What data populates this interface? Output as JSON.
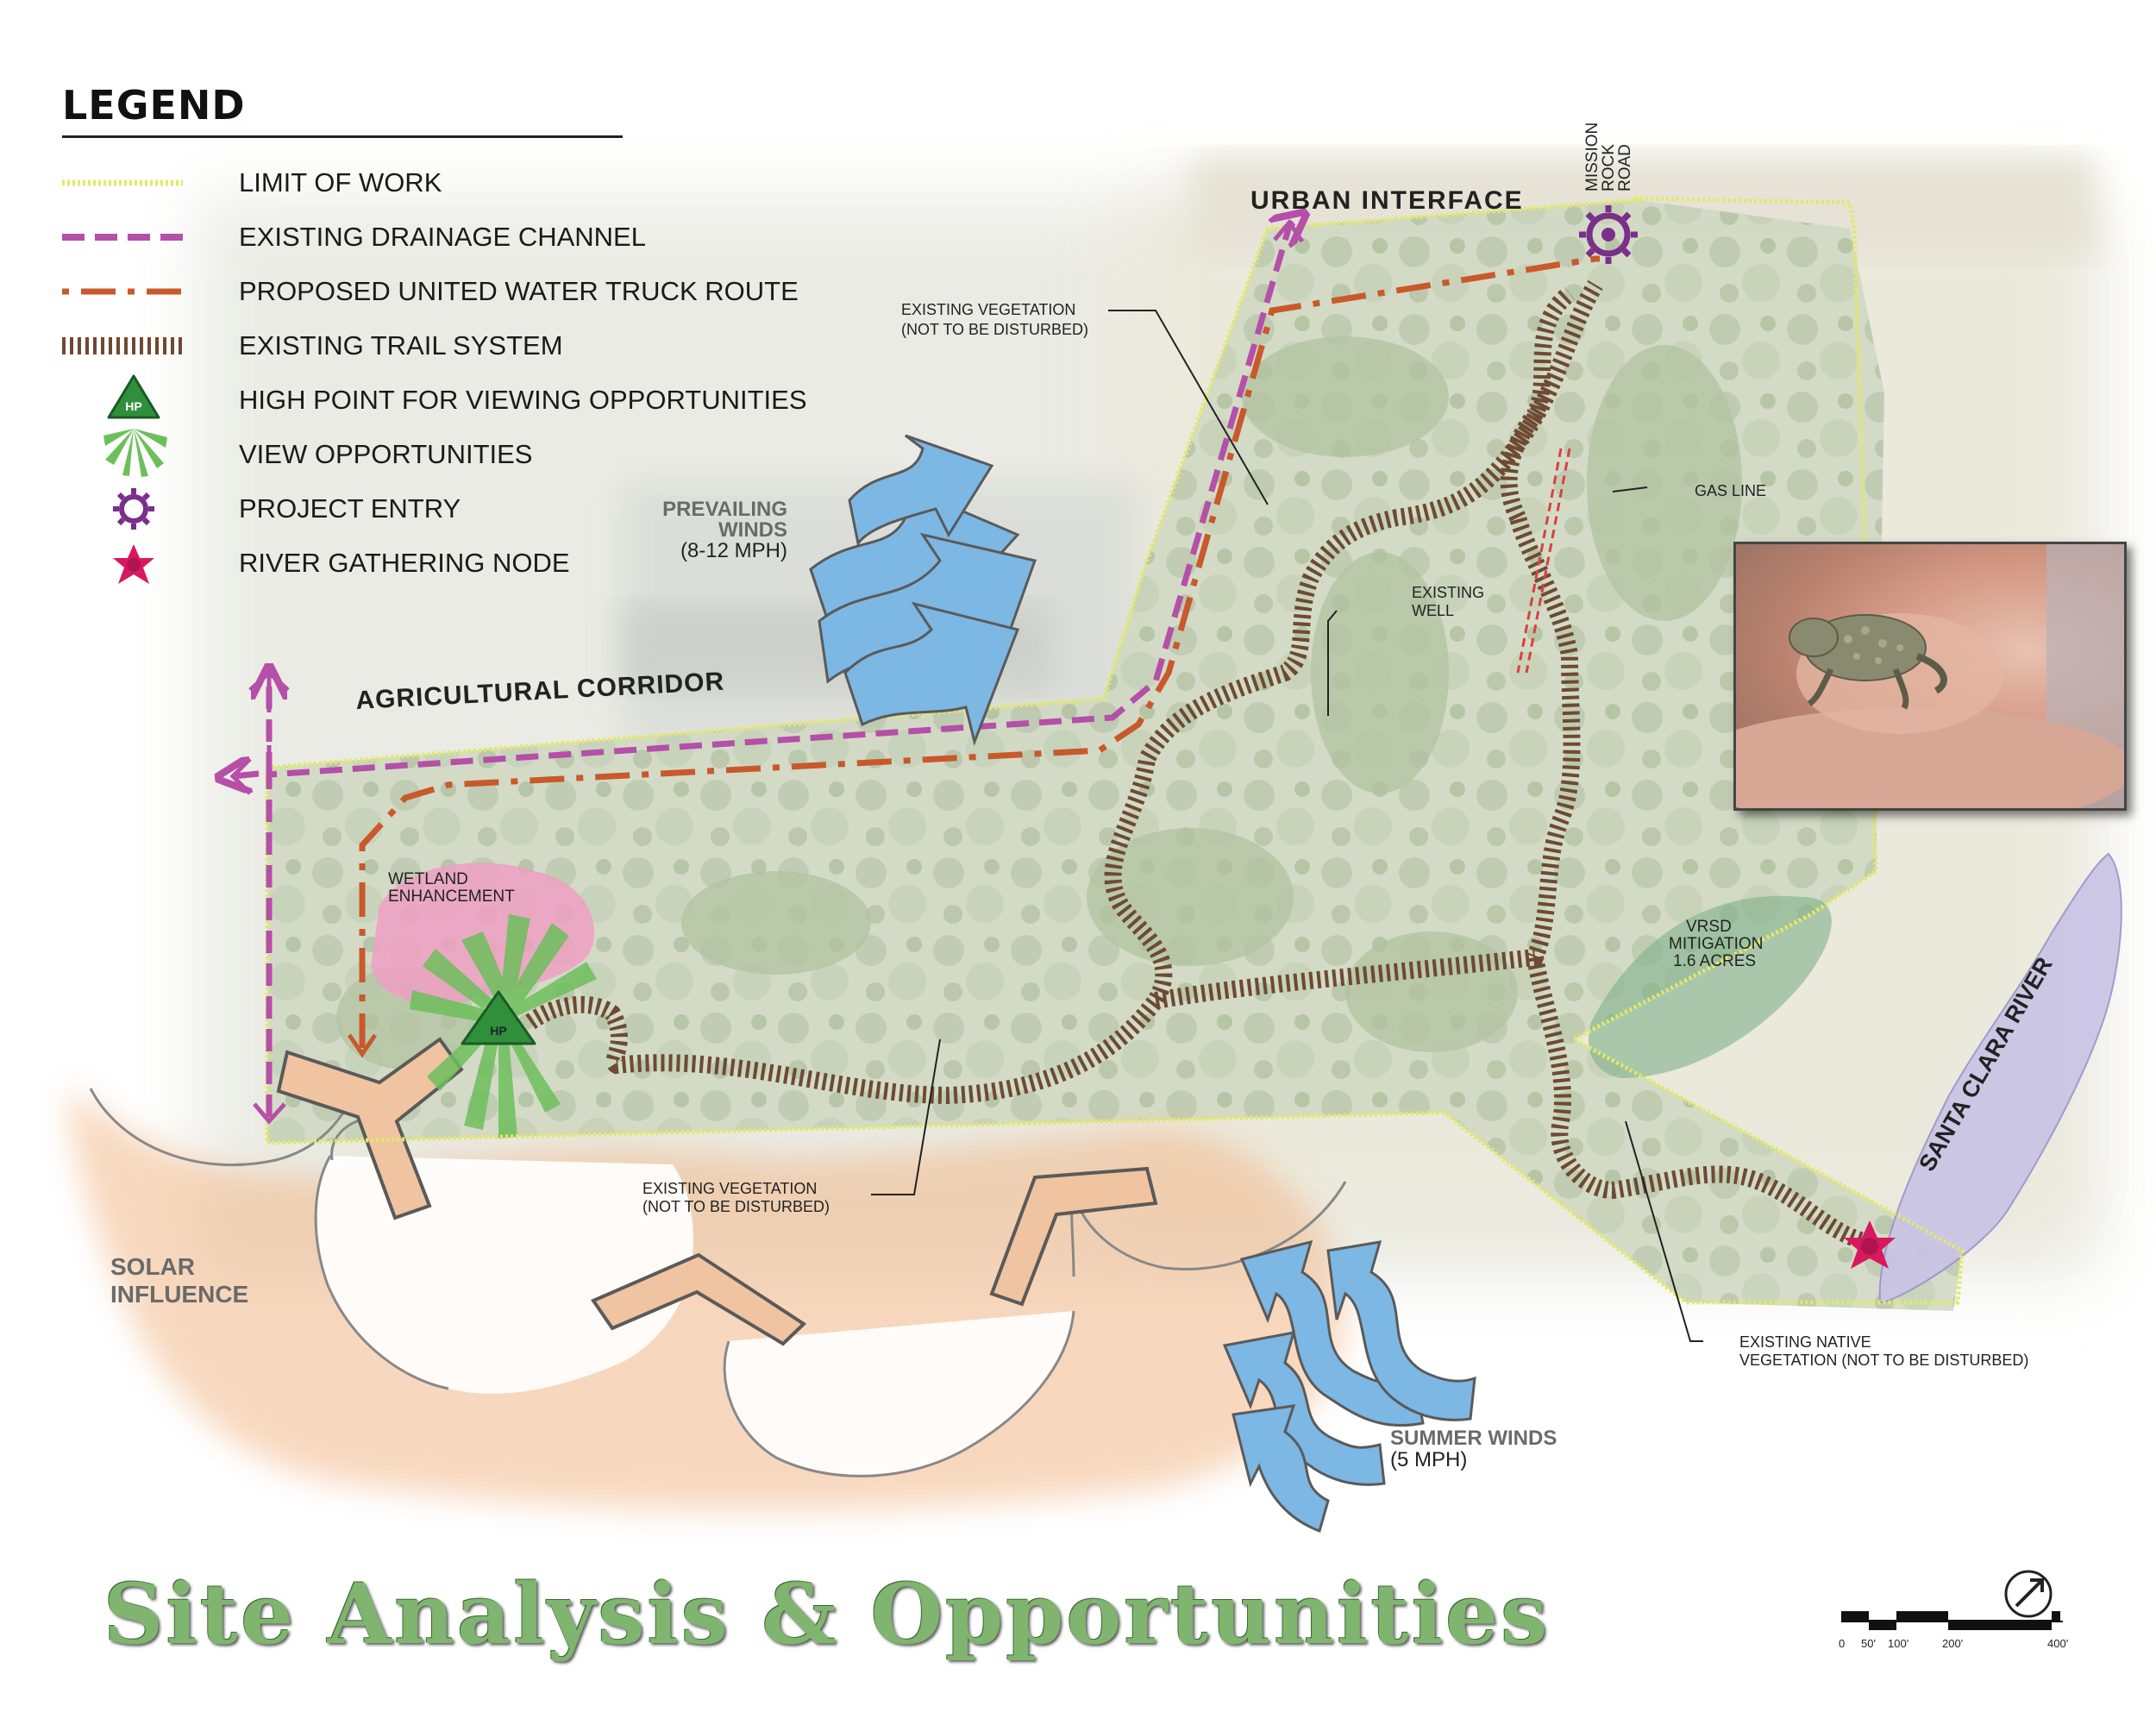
{
  "legend": {
    "title": "LEGEND",
    "items": [
      {
        "label": "LIMIT OF WORK",
        "icon": "yellow-dotted-line",
        "color": "#e2e868"
      },
      {
        "label": "EXISTING DRAINAGE CHANNEL",
        "icon": "magenta-dashed-line",
        "color": "#b54fa8"
      },
      {
        "label": "PROPOSED UNITED WATER TRUCK ROUTE",
        "icon": "orange-dash-dot-line",
        "color": "#c9592b"
      },
      {
        "label": "EXISTING TRAIL SYSTEM",
        "icon": "brown-hatched-line",
        "color": "#6e4a33"
      },
      {
        "label": "HIGH POINT FOR VIEWING OPPORTUNITIES",
        "icon": "green-triangle-hp-icon",
        "color": "#2f8f3b",
        "symbol_text": "HP"
      },
      {
        "label": "VIEW OPPORTUNITIES",
        "icon": "green-fan-icon",
        "color": "#6dbf5b"
      },
      {
        "label": "PROJECT ENTRY",
        "icon": "purple-gear-icon",
        "color": "#7a2f8a"
      },
      {
        "label": "RIVER GATHERING NODE",
        "icon": "red-star-node-icon",
        "color": "#d7195f"
      }
    ]
  },
  "labels": {
    "urban_interface": "URBAN INTERFACE",
    "mission_rock_road": [
      "MISSION",
      "ROCK",
      "ROAD"
    ],
    "existing_vegetation_top": [
      "EXISTING VEGETATION",
      "(NOT TO BE DISTURBED)"
    ],
    "gas_line": "GAS LINE",
    "existing_well": [
      "EXISTING",
      "WELL"
    ],
    "prevailing_winds": [
      "PREVAILING",
      "WINDS"
    ],
    "prevailing_winds_speed": "(8-12 MPH)",
    "agricultural_corridor": "AGRICULTURAL CORRIDOR",
    "wetland": [
      "WETLAND",
      "ENHANCEMENT"
    ],
    "hp": "HP",
    "vrsd": [
      "VRSD",
      "MITIGATION",
      "1.6 ACRES"
    ],
    "santa_clara_river": "SANTA CLARA RIVER",
    "existing_vegetation_bottom": [
      "EXISTING VEGETATION",
      "(NOT TO BE DISTURBED)"
    ],
    "solar_influence": [
      "SOLAR",
      "INFLUENCE"
    ],
    "existing_native_vegetation": [
      "EXISTING NATIVE",
      "VEGETATION (NOT TO BE DISTURBED)"
    ],
    "summer_winds": "SUMMER WINDS",
    "summer_winds_speed": "(5 MPH)"
  },
  "title": "Site Analysis & Opportunities",
  "scale_bar": {
    "ticks": [
      "0",
      "50'",
      "100'",
      "200'",
      "400'"
    ]
  },
  "north_arrow": "north-arrow-icon",
  "photo": "horned-lizard-photo",
  "colors": {
    "limit_of_work": "#e2e868",
    "drainage": "#b54fa8",
    "truck_route": "#c9592b",
    "trail": "#6e4a33",
    "wind": "#7db7e3",
    "solar": "#f2b98a",
    "wetland": "#ee9fc3",
    "river": "#c9c3e6",
    "title": "#7fb56f"
  }
}
